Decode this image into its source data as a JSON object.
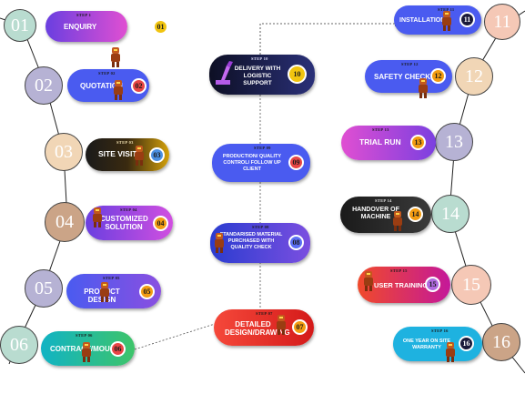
{
  "colors": {
    "circle_sage": "#b9dcd0",
    "circle_lavender": "#b6b2d4",
    "circle_peach": "#f1d6b6",
    "circle_tan": "#cba487",
    "circle_pink": "#f5c8b6"
  },
  "big_numbers": [
    "01",
    "02",
    "03",
    "04",
    "05",
    "06",
    "11",
    "12",
    "13",
    "14",
    "15",
    "16"
  ],
  "steps": [
    {
      "step": "STEP 1",
      "label": "ENQUIRY",
      "num": "01"
    },
    {
      "step": "STEP 02",
      "label": "QUOTATION",
      "num": "02"
    },
    {
      "step": "STEP 03",
      "label": "SITE VISIT",
      "num": "03"
    },
    {
      "step": "STEP 04",
      "label": "CUSTOMIZED SOLUTION",
      "num": "04"
    },
    {
      "step": "STEP 05",
      "label": "PRODUCT DESIGN",
      "num": "05"
    },
    {
      "step": "STEP 06",
      "label": "CONTRACT/MOU",
      "num": "06"
    },
    {
      "step": "STEP 07",
      "label": "DETAILED DESIGN/DRAWING",
      "num": "07"
    },
    {
      "step": "STEP 08",
      "label": "STANDARISED MATERIAL PURCHASED WITH QUALITY CHECK",
      "num": "08"
    },
    {
      "step": "STEP 09",
      "label": "PRODUCTION/ QUALITY CONTROL/ FOLLOW UP CLIENT",
      "num": "09"
    },
    {
      "step": "STEP 10",
      "label": "DELIVERY WITH LOGISTIC SUPPORT",
      "num": "10"
    },
    {
      "step": "STEP 11",
      "label": "INSTALLATION",
      "num": "11"
    },
    {
      "step": "STEP 12",
      "label": "SAFETY CHECK",
      "num": "12"
    },
    {
      "step": "STEP 13",
      "label": "TRIAL RUN",
      "num": "13"
    },
    {
      "step": "STEP 14",
      "label": "HANDOVER OF MACHINE",
      "num": "14"
    },
    {
      "step": "STEP 15",
      "label": "USER TRAINING",
      "num": "15"
    },
    {
      "step": "STEP 16",
      "label": "ONE YEAR ON SITE WARRANTY",
      "num": "16"
    }
  ]
}
